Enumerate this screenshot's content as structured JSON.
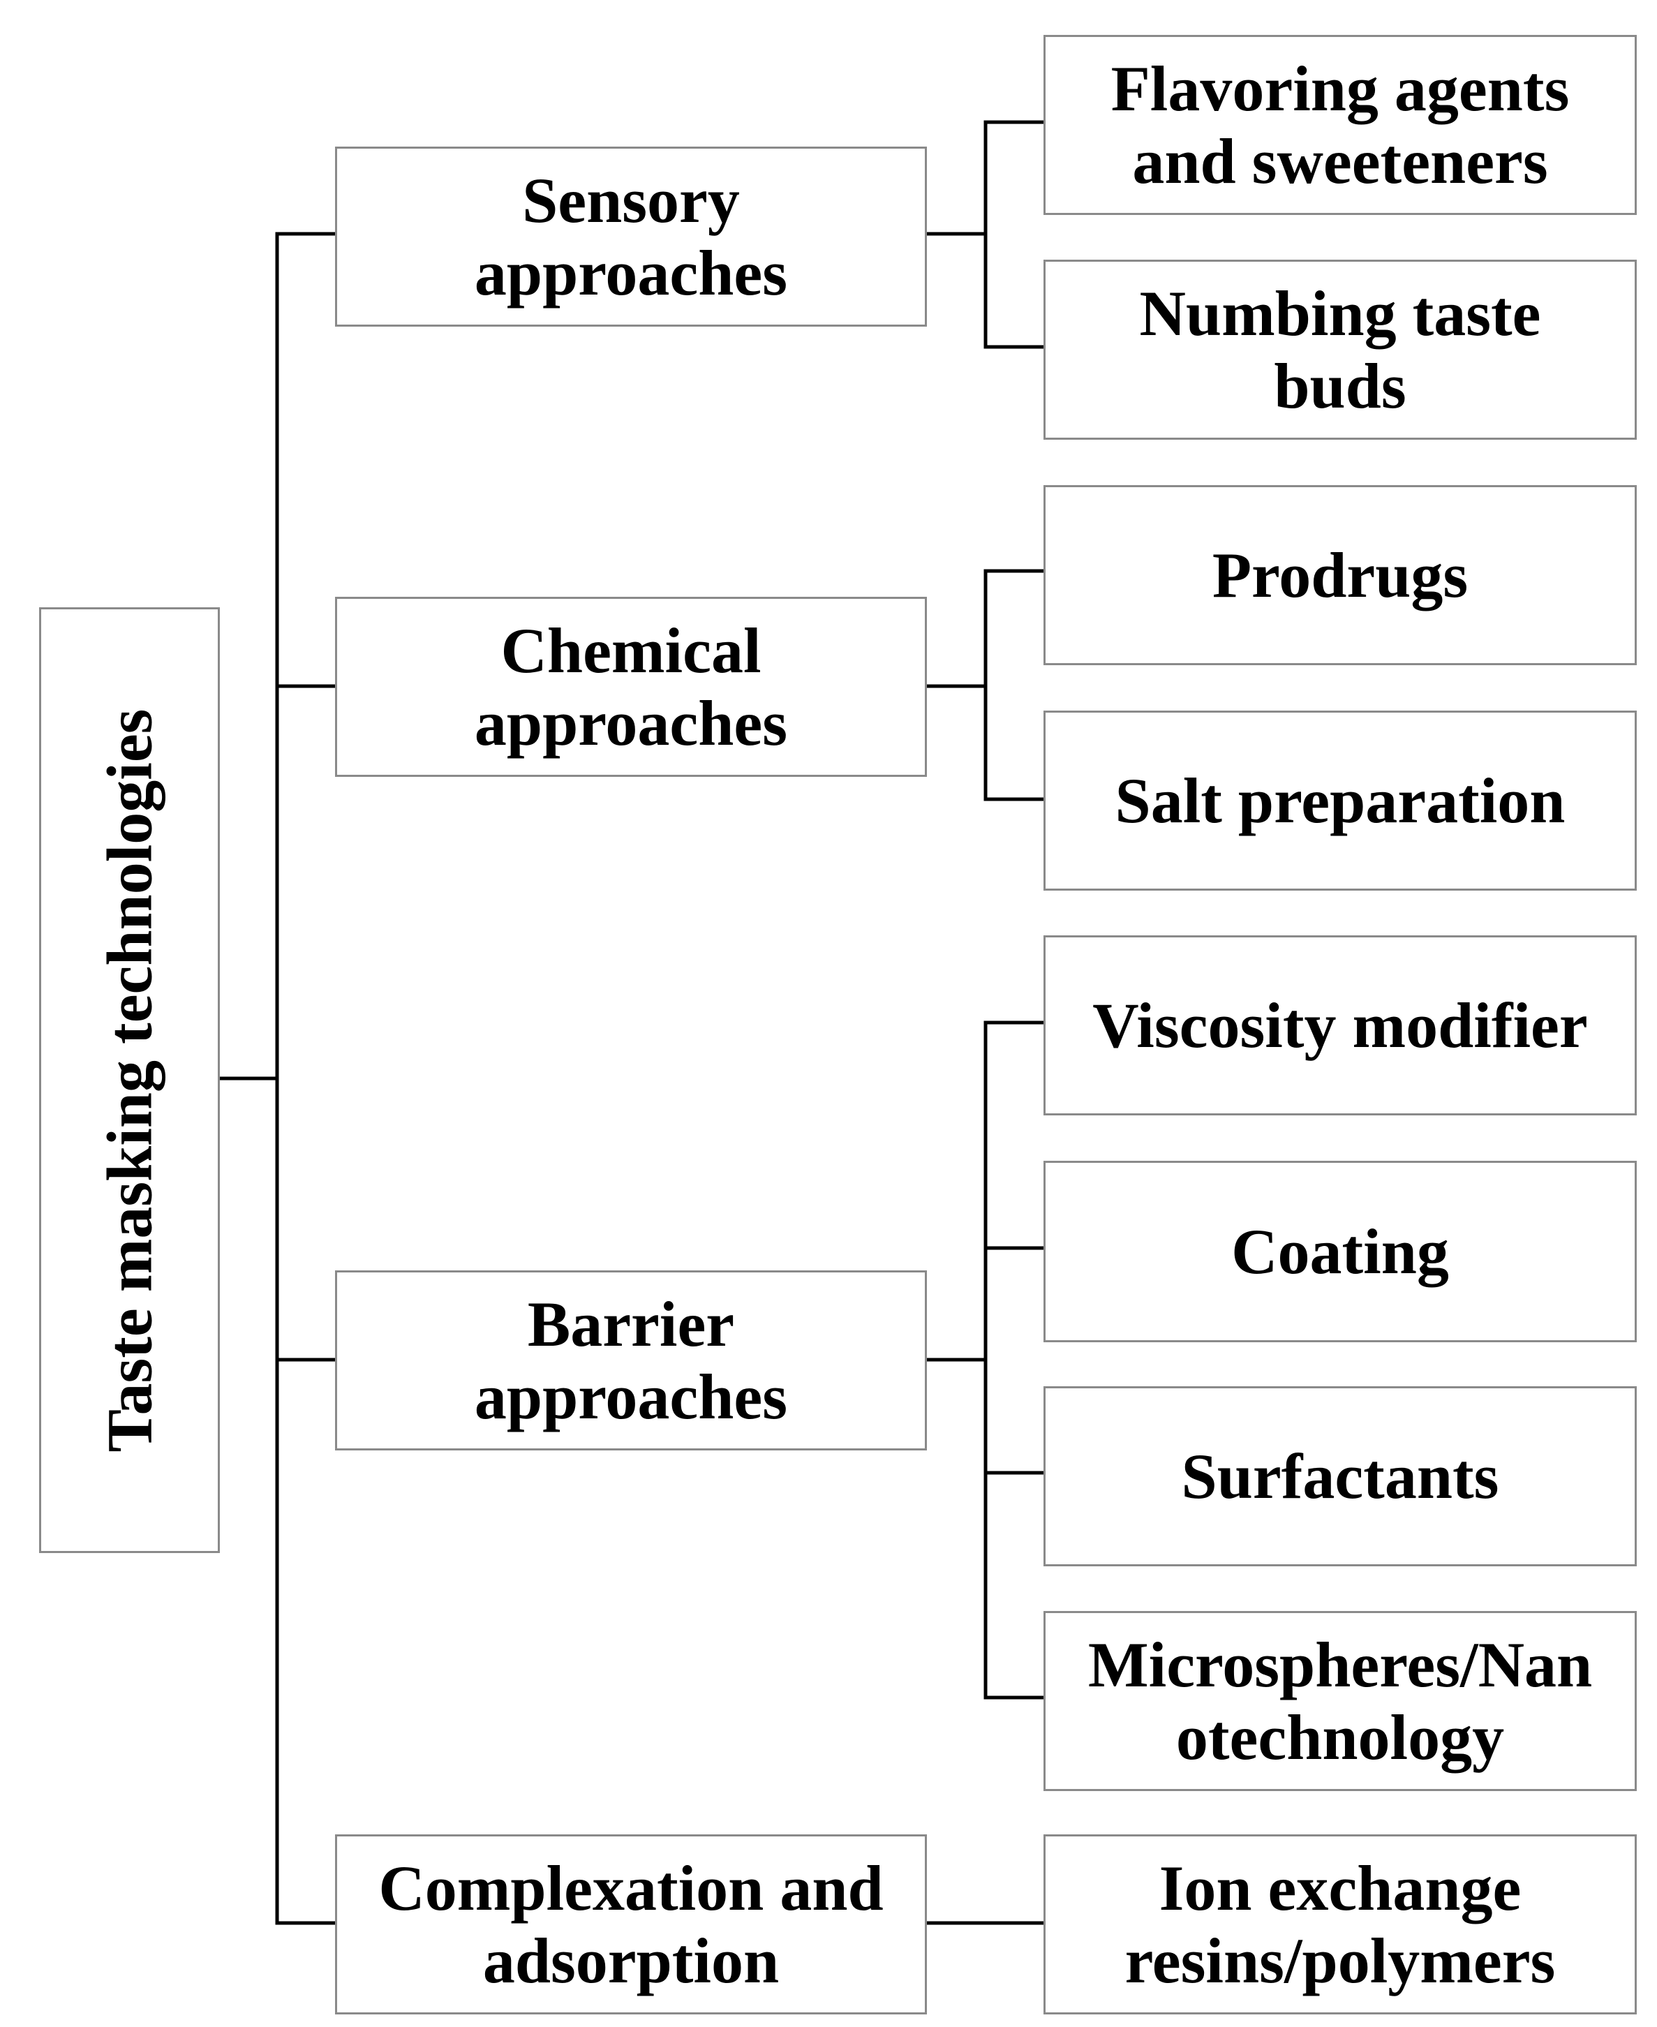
{
  "root": {
    "label": "Taste masking technologies"
  },
  "categories": [
    {
      "label": "Sensory approaches",
      "children": [
        "Flavoring agents and sweeteners",
        "Numbing taste buds"
      ]
    },
    {
      "label": "Chemical approaches",
      "children": [
        "Prodrugs",
        "Salt preparation"
      ]
    },
    {
      "label": "Barrier approaches",
      "children": [
        "Viscosity modifier",
        "Coating",
        "Surfactants",
        "Microspheres/Nanotechnology"
      ]
    },
    {
      "label": "Complexation and adsorption",
      "children": [
        "Ion exchange resins/polymers"
      ]
    }
  ],
  "display": {
    "sensory": [
      "Sensory",
      "approaches"
    ],
    "chemical": [
      "Chemical",
      "approaches"
    ],
    "barrier": [
      "Barrier",
      "approaches"
    ],
    "complexation": [
      "Complexation and",
      "adsorption"
    ],
    "flavoring": [
      "Flavoring agents",
      "and sweeteners"
    ],
    "numbing": [
      "Numbing taste",
      "buds"
    ],
    "microspheres": [
      "Microspheres/Nan",
      "otechnology"
    ],
    "ion_exchange": [
      "Ion exchange",
      "resins/polymers"
    ]
  }
}
